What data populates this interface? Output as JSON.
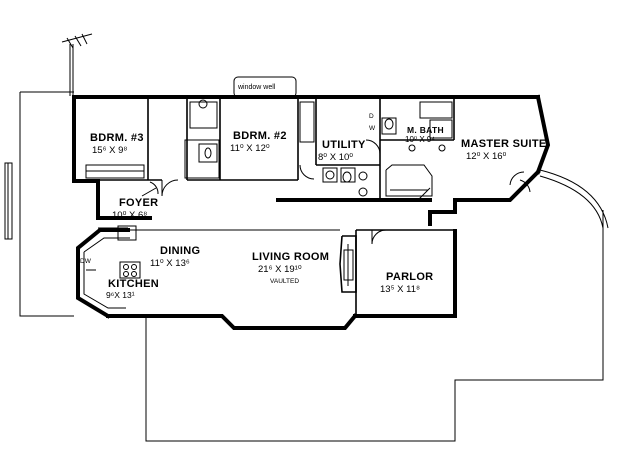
{
  "rooms": {
    "bdrm3": {
      "name": "BDRM. #3",
      "dims": "15⁶ X 9⁸"
    },
    "bdrm2": {
      "name": "BDRM. #2",
      "dims": "11⁰ X 12⁰"
    },
    "utility": {
      "name": "UTILITY",
      "dims": "8⁰ X 10⁰"
    },
    "mbath": {
      "name": "M. BATH",
      "dims": "10⁰ X 9⁴"
    },
    "master": {
      "name": "MASTER SUITE",
      "dims": "12⁰ X 16⁰"
    },
    "foyer": {
      "name": "FOYER",
      "dims": "10⁰ X 6⁸"
    },
    "dining": {
      "name": "DINING",
      "dims": "11⁰ X 13⁶"
    },
    "living": {
      "name": "LIVING ROOM",
      "dims": "21⁶ X 19¹⁰",
      "note": "VAULTED"
    },
    "kitchen": {
      "name": "KITCHEN",
      "dims": "9⁶X 13¹"
    },
    "parlor": {
      "name": "PARLOR",
      "dims": "13⁵ X 11⁸"
    }
  },
  "labels": {
    "window_well": "window well",
    "dw": "DW",
    "w": "W",
    "d": "D"
  }
}
